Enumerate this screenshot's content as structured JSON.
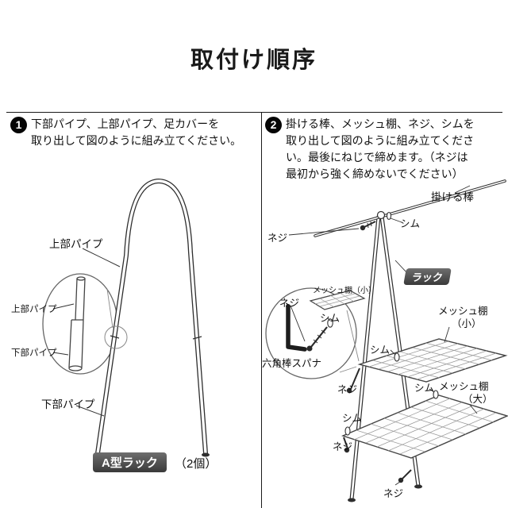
{
  "title": "取付け順序",
  "steps": {
    "one": {
      "number": "1",
      "line1": "下部パイプ、上部パイプ、足カバーを",
      "line2": "取り出して図のように組み立てください。"
    },
    "two": {
      "number": "2",
      "line1": "掛ける棒、メッシュ棚、ネジ、シムを",
      "line2": "取り出して図のように組み立てくださ",
      "line3": "い。最後にねじで締めます。（ネジは",
      "line4": "最初から強く締めないでください）"
    }
  },
  "left": {
    "upper_pipe": "上部パイプ",
    "zoom_upper_pipe": "上部パイプ",
    "zoom_lower_pipe": "下部パイプ",
    "lower_pipe": "下部パイプ",
    "rack_badge": "A型ラック",
    "rack_qty": "（2個）"
  },
  "right": {
    "hanging_rod": "掛ける棒",
    "shim_top": "シム",
    "screw_top": "ネジ",
    "rack_badge": "ラック",
    "zoom_mesh_small": "メッシュ棚（小）",
    "zoom_screw": "ネジ",
    "zoom_shim": "シム",
    "hex_wrench": "六角棒スパナ",
    "mesh_small_1": "メッシュ棚",
    "mesh_small_2": "（小）",
    "shim_mid": "シム",
    "screw_mid": "ネジ",
    "shim_right": "シム",
    "mesh_large_1": "メッシュ棚",
    "mesh_large_2": "（大）",
    "shim_low": "シム",
    "screw_low": "ネジ",
    "screw_bottom": "ネジ"
  },
  "colors": {
    "line": "#2e2e2e",
    "badge_bg": "#4a4a4a",
    "badge_text": "#ffffff"
  }
}
